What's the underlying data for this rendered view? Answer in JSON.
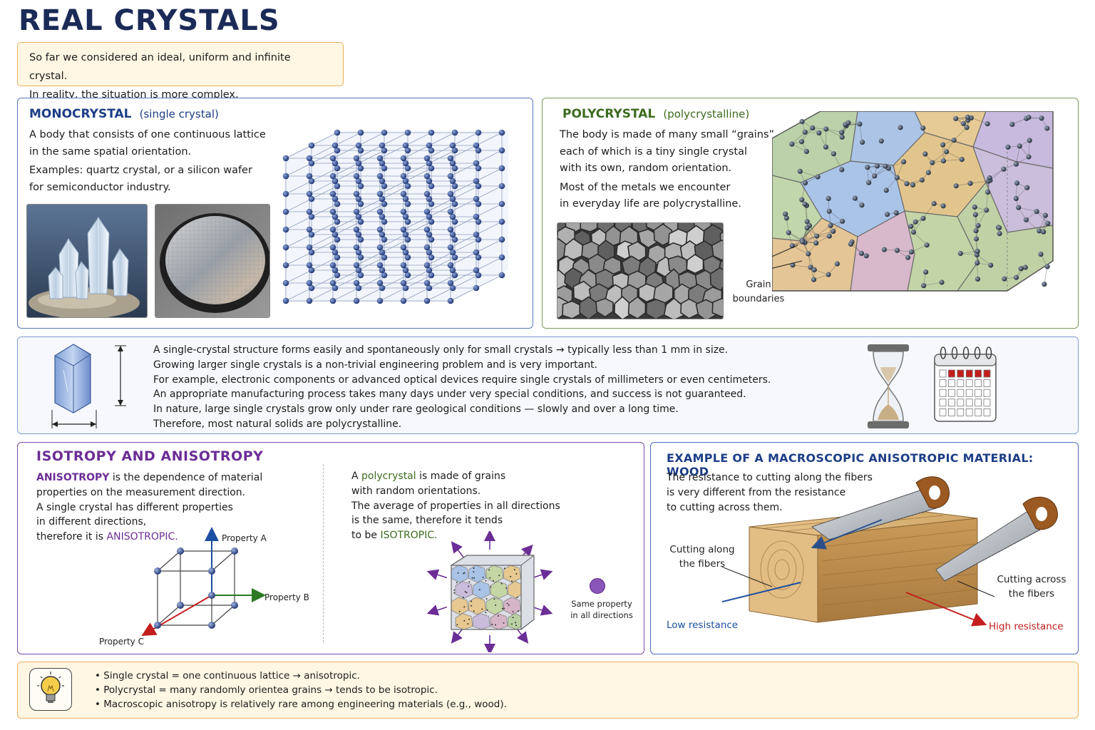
{
  "title": "REAL CRYSTALS",
  "intro": {
    "line1": "So far we considered an ideal, uniform and infinite crystal.",
    "line2": "In reality, the situation is more complex."
  },
  "mono": {
    "heading": "MONOCRYSTAL",
    "heading_sub": "(single crystal)",
    "text1a": "A body that consists of one continuous lattice",
    "text1b": "in the same spatial orientation.",
    "text2a": "Examples: quartz crystal, or a silicon wafer",
    "text2b": "for semiconductor industry."
  },
  "poly": {
    "heading": "POLYCRYSTAL",
    "heading_sub": "(polycrystalline)",
    "text1a": "The body is made of many small “grains”,",
    "text1b": "each of which is a tiny single crystal",
    "text1c": "with its own, random orientation.",
    "text2a": "Most of the metals we encounter",
    "text2b": "in everyday life are polycrystalline.",
    "grain_label1": "Grain",
    "grain_label2": "boundaries"
  },
  "middle": {
    "lines": [
      "A single-crystal structure forms easily and spontaneously only for small crystals → typically less than 1 mm in size.",
      "Growing larger single crystals is a non-trivial engineering problem and is very important.",
      "For example, electronic components or advanced optical devices require single crystals of millimeters or even centimeters.",
      "An appropriate manufacturing process takes many days under very special conditions, and success is not guaranteed.",
      "In nature, large single crystals grow only under rare geological conditions — slowly and over a long time.",
      "Therefore, most natural solids are polycrystalline."
    ]
  },
  "iso": {
    "heading": "ISOTROPY AND ANISOTROPY",
    "aniso_word": "ANISOTROPY",
    "left1_rest": " is the dependence of material",
    "left2": "properties on the measurement direction.",
    "left3": "A single crystal has different properties",
    "left4": "in different directions,",
    "left5_pre": "therefore it is ",
    "left5_word": "ANISOTROPIC.",
    "prop_a": "Property A",
    "prop_b": "Property B",
    "prop_c": "Property C",
    "right1_pre": "A ",
    "right1_word": "polycrystal",
    "right1_rest": " is made of grains",
    "right2": "with random orientations.",
    "right3": "The average of properties in all directions",
    "right4": "is the same, therefore it tends",
    "right5_pre": "to be ",
    "right5_word": "ISOTROPIC.",
    "same1": "Same property",
    "same2": "in all directions"
  },
  "wood": {
    "heading": "EXAMPLE OF A MACROSCOPIC ANISOTROPIC MATERIAL: WOOD",
    "text1": "The resistance to cutting along the fibers",
    "text2": "is very different from the resistance",
    "text3": "to cutting across them.",
    "along1": "Cutting along",
    "along2": "the fibers",
    "across1": "Cutting across",
    "across2": "the fibers",
    "low": "Low resistance",
    "high": "High resistance"
  },
  "summary": {
    "items": [
      "Single crystal = one continuous lattice → anisotropic.",
      "Polycrystal = many randomly orientea grains → tends to be isotropic.",
      "Macroscopic anisotropy is relatively rare among engineering materials (e.g., wood)."
    ]
  },
  "colors": {
    "title": "#1b2a57",
    "mono_accent": "#1d3d86",
    "poly_accent": "#3d6b1f",
    "iso_accent": "#6b2d96",
    "low_resistance": "#1d4fa0",
    "high_resistance": "#c41d1d",
    "note_fill": "#fff6e3"
  },
  "icons": [
    "quartz-crystal-image",
    "silicon-wafer-image",
    "cubic-lattice-icon",
    "polycrystal-block-icon",
    "micrograph-image",
    "crystal-size-icon",
    "hourglass-icon",
    "calendar-icon",
    "axes-cube-icon",
    "isotropic-cube-icon",
    "saw-icon",
    "wood-beam-icon",
    "lightbulb-icon"
  ]
}
